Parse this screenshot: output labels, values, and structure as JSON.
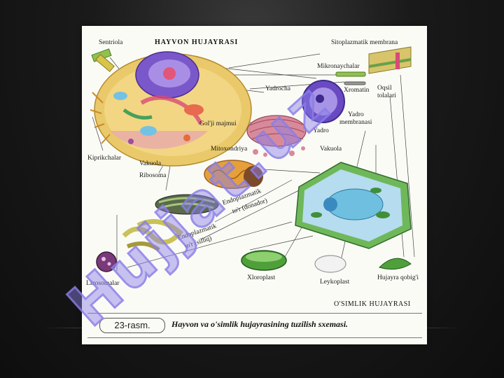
{
  "figure": {
    "animal_title": "HAYVON  HUJAYRASI",
    "plant_title": "O'SIMLIK  HUJAYRASI",
    "figure_number": "23-rasm.",
    "caption": "Hayvon va o'simlik hujayrasining tuzilish sxemasi.",
    "labels": {
      "sentriola": "Sentriola",
      "sitoplazmatik_membrana": "Sitoplazmatik membrana",
      "mikronaychalar": "Mikronaychalar",
      "qil_tolalari_1": "Oqsil",
      "qil_tolalari_2": "tolalari",
      "yadrocha": "Yadrocha",
      "xromatin": "Xromatin",
      "yadro_membranasi_1": "Yadro",
      "yadro_membranasi_2": "membranasi",
      "yadro": "Yadro",
      "golji": "Gol'ji majmui",
      "vakuola_right": "Vakuola",
      "mitoxondriya": "Mitoxondriya",
      "kiprikchalar": "Kiprikchalar",
      "vakuola_left": "Vakuola",
      "ribosoma": "Ribosoma",
      "er_rough_1": "Endoplazmatik",
      "er_rough_2": "to'r (donador)",
      "er_smooth_1": "Endoplazmatik",
      "er_smooth_2": "to'r (silliq)",
      "lizosomalar": "Lizosomalar",
      "xloroplast": "Xloroplast",
      "leykoplast": "Leykoplast",
      "hujayra_qobigi": "Hujayra qobig'i"
    }
  },
  "watermark": {
    "text": "Hujjat.uz",
    "color": "#8a7ee8"
  }
}
